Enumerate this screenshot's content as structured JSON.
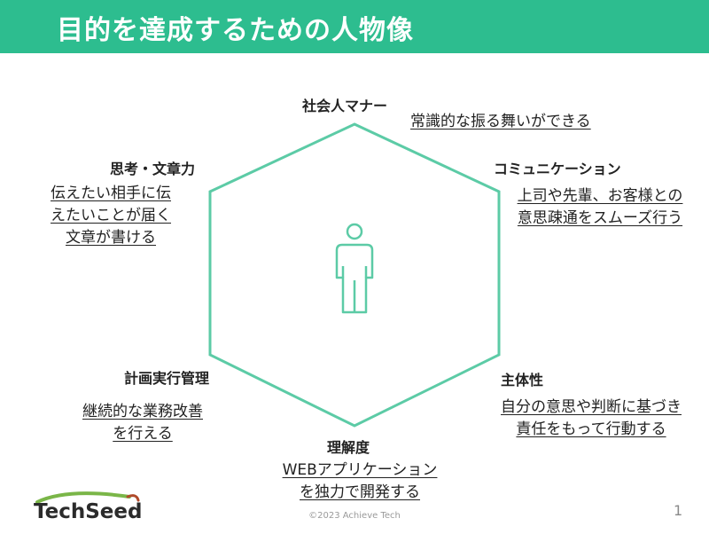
{
  "title": "目的を達成するための人物像",
  "colors": {
    "accent": "#2dbd8f",
    "hexagon": "#5ccba6",
    "text": "#222222"
  },
  "icon": "person-outline-icon",
  "attributes": {
    "social": {
      "heading": "社会人マナー",
      "desc": [
        "常識的な振る舞いができる"
      ]
    },
    "communication": {
      "heading": "コミュニケーション",
      "desc": [
        "上司や先輩、お客様との",
        "意思疎通をスムーズ行う"
      ]
    },
    "independence": {
      "heading": "主体性",
      "desc": [
        "自分の意思や判断に基づき",
        "責任をもって行動する"
      ]
    },
    "understanding": {
      "heading": "理解度",
      "desc": [
        "WEBアプリケーション",
        "を独力で開発する"
      ]
    },
    "planning": {
      "heading": "計画実行管理",
      "desc": [
        "継続的な業務改善",
        "を行える"
      ]
    },
    "thinking": {
      "heading": "思考・文章力",
      "desc": [
        "伝えたい相手に伝",
        "えたいことが届く",
        "文章が書ける"
      ]
    }
  },
  "footer": {
    "logo_text": "TechSeed",
    "copyright": "©2023 Achieve Tech",
    "page": "1"
  }
}
